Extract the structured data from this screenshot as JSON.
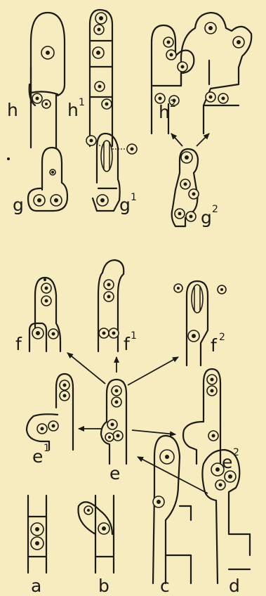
{
  "figure": {
    "background": "#f6ecbf",
    "ink": "#1c1a14",
    "labels": {
      "h": "h",
      "h1": "h",
      "h1_sup": "1",
      "h2": "h",
      "h2_sup": "2",
      "g": "g",
      "g1": "g",
      "g1_sup": "1",
      "g2": "g",
      "g2_sup": "2",
      "f": "f",
      "f1": "f",
      "f1_sup": "1",
      "f2": "f",
      "f2_sup": "2",
      "e": "e",
      "e1": "e",
      "e1_sup": "1",
      "e2": "e",
      "e2_sup": "2",
      "a": "a",
      "b": "b",
      "c": "c",
      "d": "d"
    }
  }
}
